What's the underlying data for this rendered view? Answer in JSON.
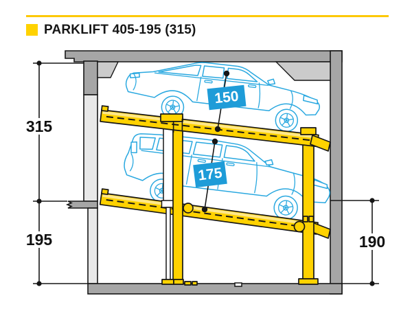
{
  "header": {
    "title": "PARKLIFT 405-195 (315)",
    "bullet_color": "#FFD200"
  },
  "diagram": {
    "type": "parking-lift-cross-section",
    "dimensions": {
      "left_upper": "315",
      "left_lower": "195",
      "right_lower": "190",
      "upper_clearance": "150",
      "lower_clearance": "175"
    },
    "colors": {
      "platform_yellow": "#FFD200",
      "platform_highlight": "#FFE78A",
      "car_outline_blue": "#29A8E0",
      "clearance_label_blue": "#1E9CD8",
      "wall_gray": "#A6A6A6",
      "wall_face_light": "#E8E8E8",
      "soffit_gray": "#CBCBCB",
      "line_black": "#161616",
      "title_rule_yellow": "#FDC800"
    }
  }
}
